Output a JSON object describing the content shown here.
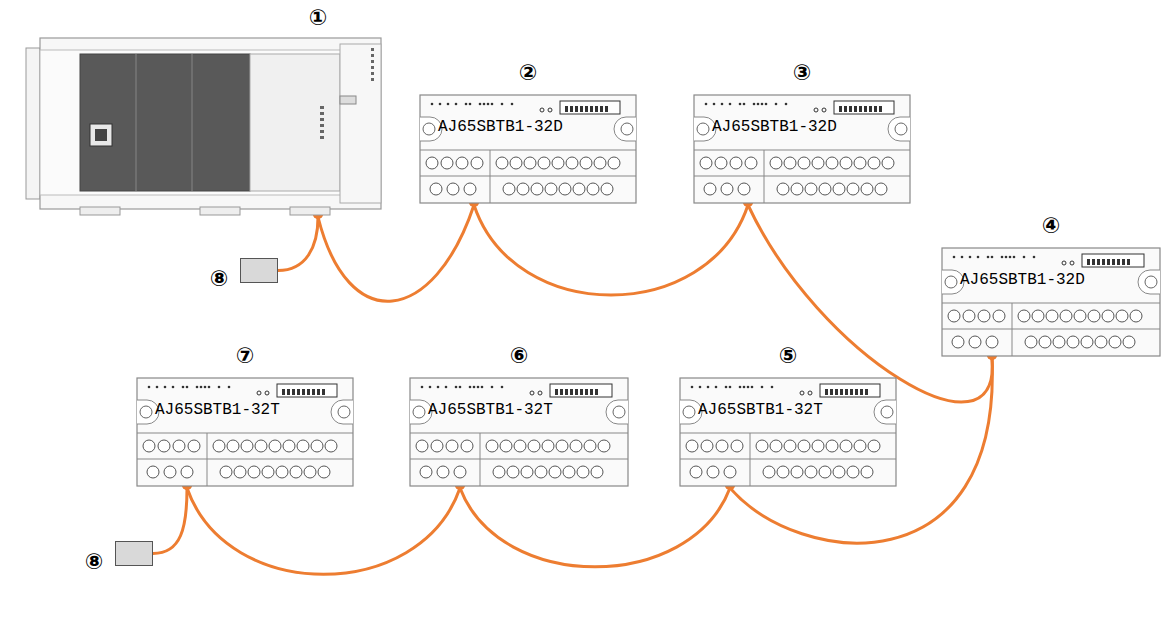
{
  "diagram": {
    "nodes": [
      {
        "text": [
          "①"
        ]
      },
      {
        "text": [
          "②",
          "AJ65SBTB1-32D"
        ]
      },
      {
        "text": [
          "③",
          "AJ65SBTB1-32D"
        ]
      },
      {
        "text": [
          "④",
          "AJ65SBTB1-32D"
        ]
      },
      {
        "text": [
          "⑤",
          "AJ65SBTB1-32T"
        ]
      },
      {
        "text": [
          "⑥",
          "AJ65SBTB1-32T"
        ]
      },
      {
        "text": [
          "⑦",
          "AJ65SBTB1-32T"
        ]
      },
      {
        "text": [
          "⑧"
        ]
      },
      {
        "text": [
          "⑧"
        ]
      }
    ],
    "edges": [
      {
        "from": 0,
        "to": 1,
        "arrow": "none"
      },
      {
        "from": 1,
        "to": 2,
        "arrow": "none"
      },
      {
        "from": 2,
        "to": 3,
        "arrow": "none"
      },
      {
        "from": 3,
        "to": 4,
        "arrow": "none"
      },
      {
        "from": 4,
        "to": 5,
        "arrow": "none"
      },
      {
        "from": 5,
        "to": 6,
        "arrow": "none"
      },
      {
        "from": 7,
        "to": 0,
        "arrow": "none"
      },
      {
        "from": 8,
        "to": 6,
        "arrow": "none"
      }
    ]
  }
}
